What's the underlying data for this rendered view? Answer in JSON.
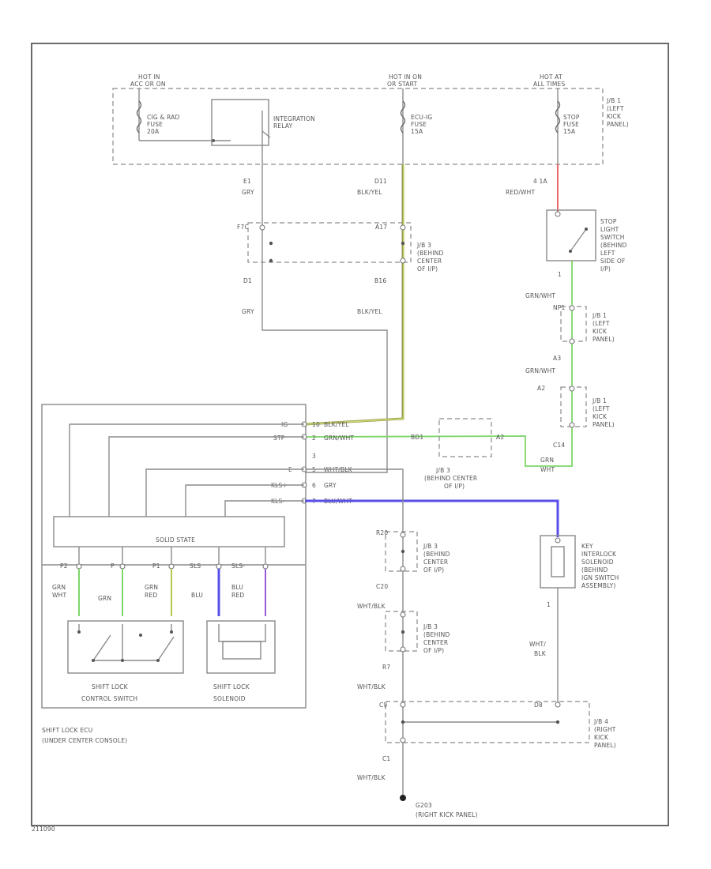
{
  "fuses": {
    "hot_in_1": "HOT IN",
    "hot_in_1_sub": "ACC OR ON",
    "hot_in_2": "HOT IN ON",
    "hot_in_2_sub": "OR START",
    "hot_at": "HOT AT",
    "hot_at_sub": "ALL TIMES",
    "cig_fuse": [
      "CIG & RAD",
      "FUSE",
      "20A"
    ],
    "ecu_fuse": [
      "ECU-IG",
      "FUSE",
      "15A"
    ],
    "stop_fuse": [
      "STOP",
      "FUSE",
      "15A"
    ],
    "integration_relay": [
      "INTEGRATION",
      "RELAY"
    ],
    "jb1_top": [
      "J/B 1",
      "(LEFT",
      "KICK",
      "PANEL)"
    ]
  },
  "connectors": {
    "e1": "E1",
    "e1_color": "GRY",
    "d11": "D11",
    "d11_color": "BLK/YEL",
    "a1a": "4 1A",
    "a1a_color": "RED/WHT",
    "f7c": "F7C",
    "a17": "A17",
    "d1": "D1",
    "d1_color": "GRY",
    "b16": "B16",
    "b16_color": "BLK/YEL",
    "jb3_1": [
      "J/B 3",
      "(BEHIND",
      "CENTER",
      "OF I/P)"
    ],
    "stop_switch": [
      "STOP",
      "LIGHT",
      "SWITCH",
      "(BEHIND",
      "LEFT",
      "SIDE OF",
      "I/P)"
    ],
    "pin1_stop": "1",
    "grn_wht_1": "GRN/WHT",
    "np1": "NP1",
    "jb1_mid1": [
      "J/B 1",
      "(LEFT",
      "KICK",
      "PANEL)"
    ],
    "a3": "A3",
    "grn_wht_2": "GRN/WHT",
    "jb1_mid2": [
      "J/B 1",
      "(LEFT",
      "KICK",
      "PANEL)"
    ],
    "c14": "C14",
    "grn_wht_3": [
      "GRN",
      "WHT"
    ],
    "bd1": "BD1",
    "a2": "A2",
    "jb3_2": [
      "J/B 3",
      "(BEHIND CENTER",
      "OF I/P)"
    ]
  },
  "ecu": {
    "pin_labels": [
      "IG",
      "STP",
      "E",
      "KLS+",
      "KLS-"
    ],
    "pin_nums": [
      "10",
      "2",
      "5",
      "6",
      "7"
    ],
    "wire_colors": [
      "BLK/YEL",
      "GRN/WHT",
      "WHT/BLK",
      "GRY",
      "BLU/WHT"
    ],
    "pin3": "3",
    "solid_state": "SOLID STATE",
    "bottom_pins": [
      "P2",
      "P",
      "P1",
      "SLS",
      "SLS-"
    ],
    "wire_labels": [
      [
        "GRN",
        "WHT"
      ],
      [
        "GRN"
      ],
      [
        "GRN",
        "RED"
      ],
      [
        "BLU"
      ],
      [
        "BLU",
        "RED"
      ]
    ],
    "switch_name": [
      "SHIFT LOCK",
      "CONTROL SWITCH"
    ],
    "solenoid_name": [
      "SHIFT LOCK",
      "SOLENOID"
    ],
    "ecu_name": [
      "SHIFT LOCK ECU",
      "(UNDER CENTER CONSOLE)"
    ]
  },
  "right": {
    "key_interlock": [
      "KEY",
      "INTERLOCK",
      "SOLENOID",
      "(BEHIND",
      "IGN SWITCH",
      "ASSEMBLY)"
    ],
    "pin1_key": "1",
    "wht_blk_key": [
      "WHT/",
      "BLK"
    ],
    "r20": "R20",
    "c20": "C20",
    "wht_blk_1": "WHT/BLK",
    "jb3_a": [
      "J/B 3",
      "(BEHIND",
      "CENTER",
      "OF I/P)"
    ],
    "jb3_b": [
      "J/B 3",
      "(BEHIND",
      "CENTER",
      "OF I/P)"
    ],
    "r7": "R7",
    "wht_blk_2": "WHT/BLK",
    "c9": "C9",
    "d8": "D8",
    "jb4": [
      "J/B 4",
      "(RIGHT",
      "KICK",
      "PANEL)"
    ],
    "c1": "C1",
    "wht_blk_3": "WHT/BLK",
    "ground": "G203",
    "ground_loc": "(RIGHT KICK PANEL)"
  },
  "footer_code": "211090"
}
